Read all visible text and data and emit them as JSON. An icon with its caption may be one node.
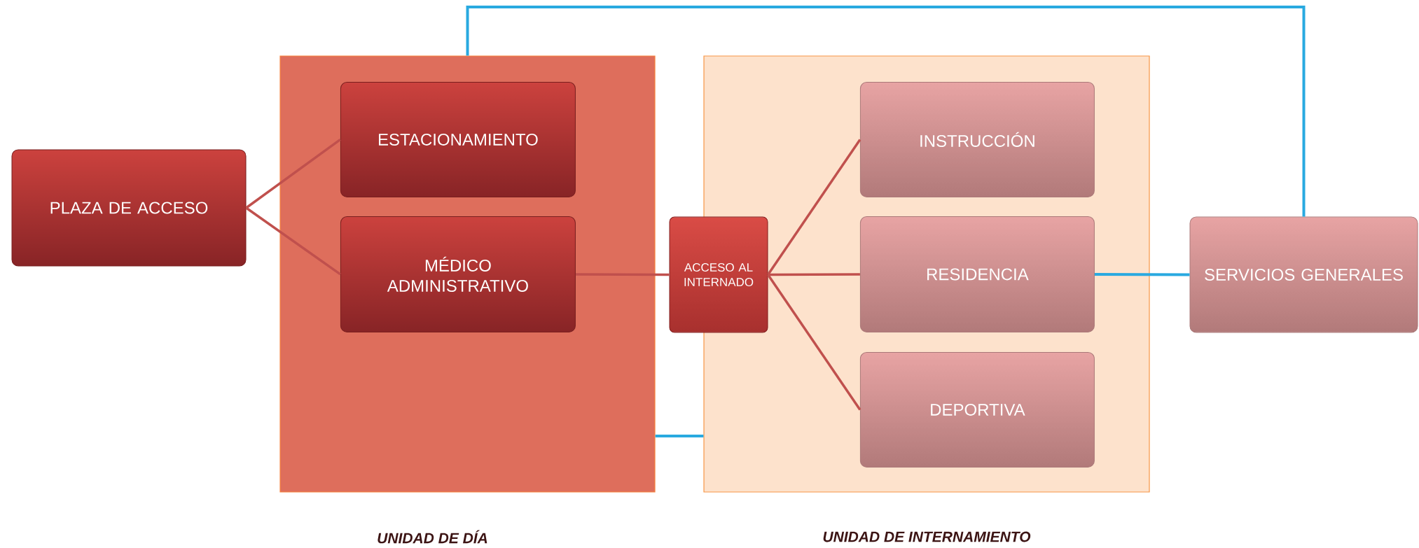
{
  "diagram": {
    "nodes": [
      {
        "text": [
          "PLAZA DE ACCESO"
        ]
      },
      {
        "text": [
          "UNIDAD DE DÍA"
        ]
      },
      {
        "text": [
          "ESTACIONAMIENTO"
        ],
        "in": 1
      },
      {
        "text": [
          "MÉDICO ADMINISTRATIVO"
        ],
        "in": 1
      },
      {
        "text": [
          "ACCESO AL INTERNADO"
        ]
      },
      {
        "text": [
          "UNIDAD DE INTERNAMIENTO"
        ]
      },
      {
        "text": [
          "INSTRUCCIÓN"
        ],
        "in": 5
      },
      {
        "text": [
          "RESIDENCIA"
        ],
        "in": 5
      },
      {
        "text": [
          "DEPORTIVA"
        ],
        "in": 5
      },
      {
        "text": [
          "SERVICIOS GENERALES"
        ]
      }
    ],
    "edges": [
      {
        "from": 0,
        "to": 2,
        "arrow": "none"
      },
      {
        "from": 0,
        "to": 3,
        "arrow": "none"
      },
      {
        "from": 3,
        "to": 4,
        "arrow": "none"
      },
      {
        "from": 4,
        "to": 6,
        "arrow": "none"
      },
      {
        "from": 4,
        "to": 7,
        "arrow": "none"
      },
      {
        "from": 4,
        "to": 8,
        "arrow": "none"
      },
      {
        "from": 7,
        "to": 9,
        "arrow": "none",
        "color": "#29a9e0"
      },
      {
        "from": 9,
        "to": 1,
        "arrow": "none",
        "color": "#29a9e0"
      },
      {
        "from": 1,
        "to": 5,
        "arrow": "none",
        "color": "#29a9e0"
      }
    ]
  }
}
